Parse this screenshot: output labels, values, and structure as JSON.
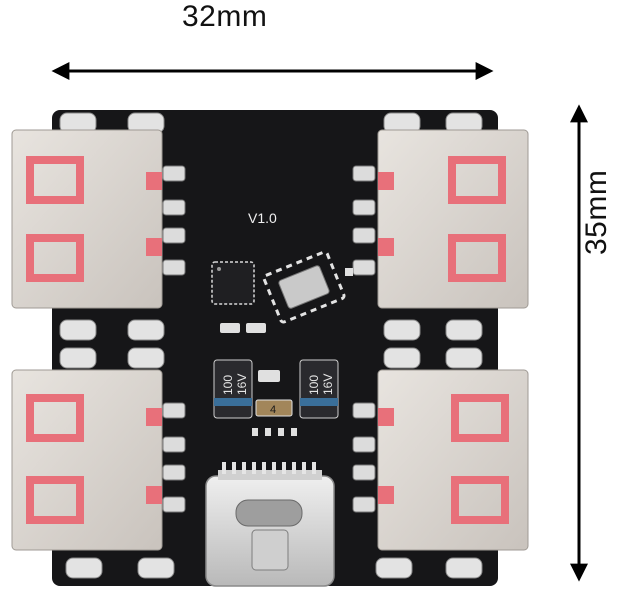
{
  "dimensions": {
    "width_label": "32mm",
    "height_label": "35mm"
  },
  "board": {
    "version_label": "V1.0",
    "cap_left": {
      "value": "100",
      "voltage": "16V"
    },
    "cap_right": {
      "value": "100",
      "voltage": "16V"
    },
    "small_part_marking": "4"
  },
  "colors": {
    "pcb": "#161618",
    "usb_metal": "#d9d4cf",
    "usb_tongue": "#e8707a",
    "pad": "#e6e6e6",
    "arrow": "#000000"
  },
  "icons": [
    "usb-a-port",
    "usb-c-port",
    "crystal-oscillator",
    "ic-chip",
    "capacitor"
  ]
}
